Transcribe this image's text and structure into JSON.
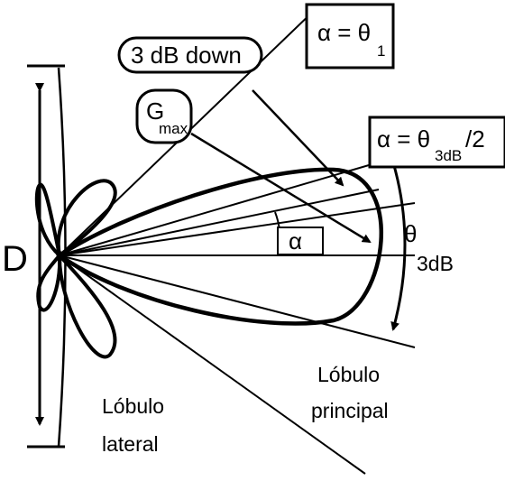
{
  "labels": {
    "aperture": "D",
    "down_3db": "3 dB down",
    "gmax_g": "G",
    "gmax_sub": "max",
    "alpha_theta1_main": "α = θ",
    "alpha_theta1_sub": "1",
    "alpha_half_main": "α = θ",
    "alpha_half_sub": "3dB",
    "alpha_half_tail": "/2",
    "alpha": "α",
    "theta3db_main": "θ",
    "theta3db_sub": "3dB",
    "main_lobe_line1": "Lóbulo",
    "main_lobe_line2": "principal",
    "side_lobe_line1": "Lóbulo",
    "side_lobe_line2": "lateral"
  }
}
